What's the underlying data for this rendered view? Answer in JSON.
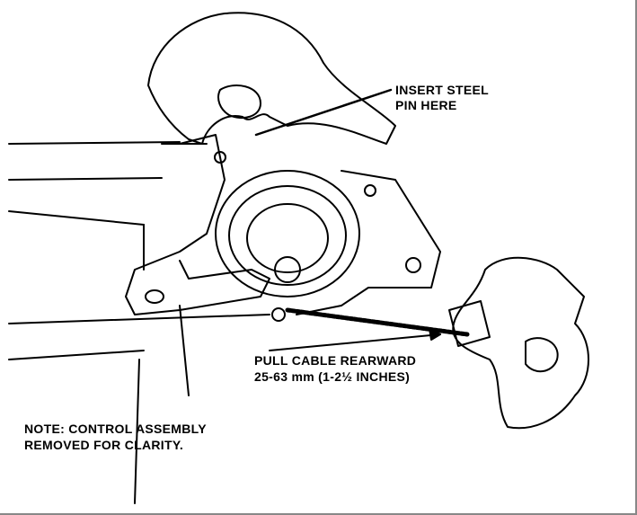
{
  "labels": {
    "pin_line1": "INSERT STEEL",
    "pin_line2": "PIN HERE",
    "cable_line1": "PULL CABLE REARWARD",
    "cable_line2": "25-63 mm (1-2½ INCHES)",
    "note_line1": "NOTE: CONTROL ASSEMBLY",
    "note_line2": "REMOVED FOR CLARITY."
  },
  "colors": {
    "ink": "#000000",
    "background": "#ffffff"
  }
}
